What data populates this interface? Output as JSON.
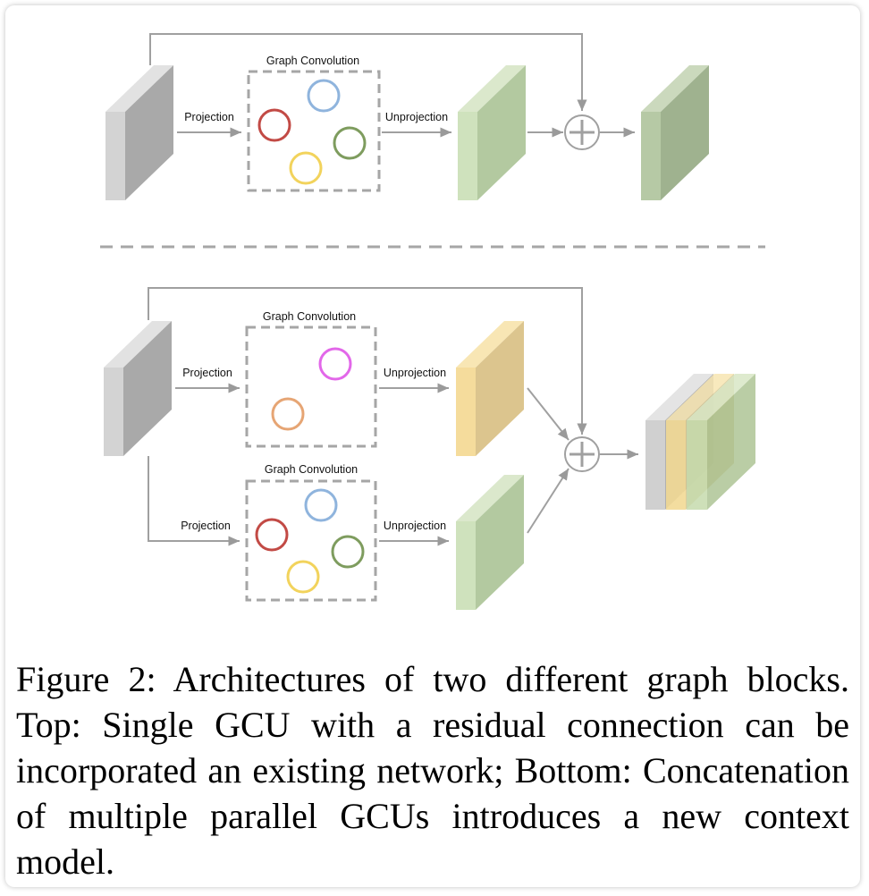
{
  "diagram": {
    "top": {
      "projection_label": "Projection",
      "graph_conv_label": "Graph Convolution",
      "unprojection_label": "Unprojection",
      "node_colors": [
        "#c24a45",
        "#8fb4dd",
        "#7e9c5e",
        "#f2d35c"
      ]
    },
    "bottom": {
      "branch1": {
        "projection_label": "Projection",
        "graph_conv_label": "Graph Convolution",
        "unprojection_label": "Unprojection",
        "node_colors": [
          "#e267e9",
          "#e6a574"
        ]
      },
      "branch2": {
        "projection_label": "Projection",
        "graph_conv_label": "Graph Convolution",
        "unprojection_label": "Unprojection",
        "node_colors": [
          "#c24a45",
          "#8fb4dd",
          "#7e9c5e",
          "#f2d35c"
        ]
      }
    },
    "colors": {
      "input_block": "#cfcfcf",
      "green_block": "#c9deb5",
      "yellow_block": "#f5dc9c",
      "arrow": "#9a9a9a"
    }
  },
  "caption": "Figure 2:  Architectures of two different graph blocks.  Top: Single GCU with a residual connection can be incorporated an existing network; Bottom: Concatenation of multiple parallel GCUs introduces a new context model."
}
